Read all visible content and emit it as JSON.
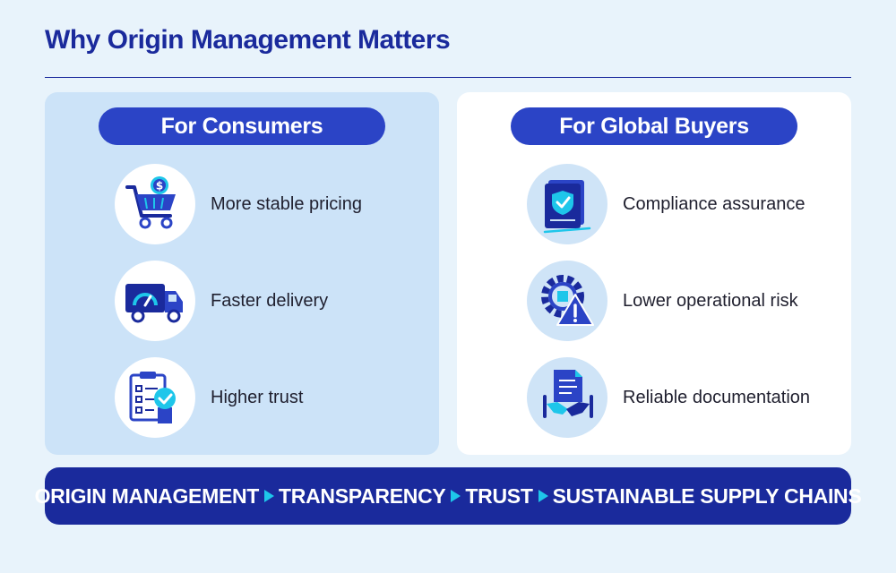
{
  "title": "Why Origin Management Matters",
  "consumers": {
    "heading": "For Consumers",
    "items": [
      {
        "label": "More stable pricing",
        "icon": "shopping-cart-dollar-icon"
      },
      {
        "label": "Faster delivery",
        "icon": "delivery-truck-speedometer-icon"
      },
      {
        "label": "Higher trust",
        "icon": "checklist-trust-icon"
      }
    ]
  },
  "buyers": {
    "heading": "For Global Buyers",
    "items": [
      {
        "label": "Compliance assurance",
        "icon": "shield-document-icon"
      },
      {
        "label": "Lower operational risk",
        "icon": "gear-warning-icon"
      },
      {
        "label": "Reliable documentation",
        "icon": "handshake-document-icon"
      }
    ]
  },
  "banner": {
    "steps": [
      "ORIGIN MANAGEMENT",
      "TRANSPARENCY",
      "TRUST",
      "SUSTAINABLE SUPPLY CHAINS"
    ]
  },
  "colors": {
    "primary": "#1a2a9c",
    "pill": "#2b44c6",
    "accent": "#1ec6ea",
    "left_panel": "#cce3f8",
    "page_bg": "#e8f3fb"
  }
}
